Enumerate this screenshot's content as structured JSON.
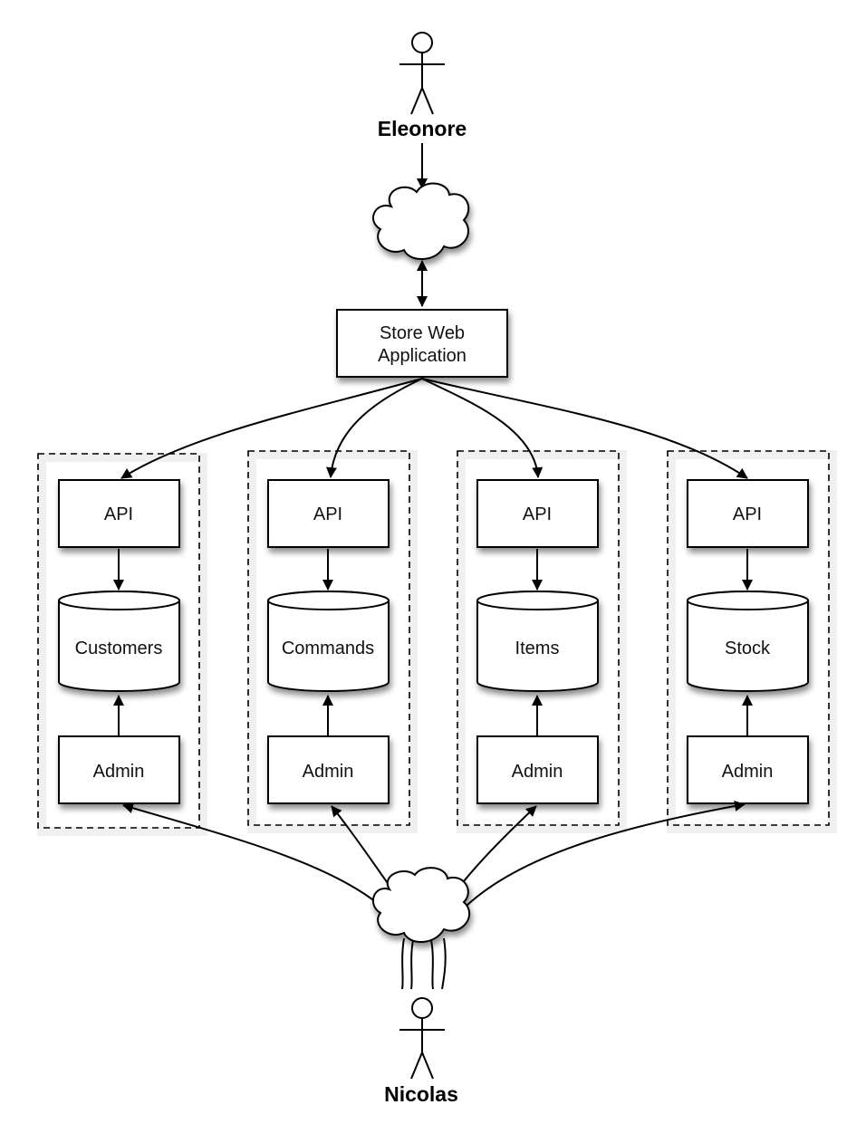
{
  "actors": {
    "top": {
      "name": "Eleonore"
    },
    "bottom": {
      "name": "Nicolas"
    }
  },
  "web_app": {
    "line1": "Store Web",
    "line2": "Application"
  },
  "services": [
    {
      "api": "API",
      "store": "Customers",
      "admin": "Admin"
    },
    {
      "api": "API",
      "store": "Commands",
      "admin": "Admin"
    },
    {
      "api": "API",
      "store": "Items",
      "admin": "Admin"
    },
    {
      "api": "API",
      "store": "Stock",
      "admin": "Admin"
    }
  ],
  "icons": {
    "actor": "stick-figure-icon",
    "network": "cloud-icon",
    "database": "cylinder-icon"
  }
}
